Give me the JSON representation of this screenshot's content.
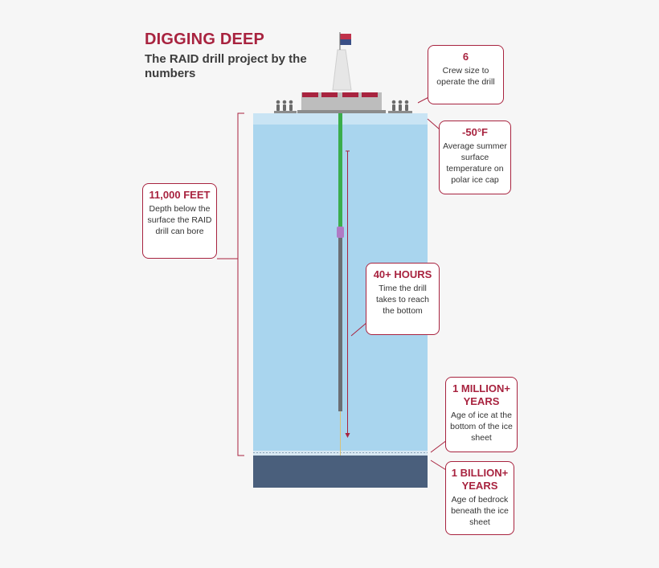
{
  "header": {
    "title": "DIGGING DEEP",
    "subtitle": "The RAID drill project by the numbers"
  },
  "callouts": {
    "crew": {
      "value": "6",
      "text": "Crew size to operate the drill"
    },
    "temperature": {
      "value": "-50°F",
      "text": "Average summer surface temperature on polar ice cap"
    },
    "depth": {
      "value": "11,000 FEET",
      "text": "Depth below the surface the RAID drill can bore"
    },
    "hours": {
      "value": "40+ HOURS",
      "text": "Time the drill takes to reach the bottom"
    },
    "ice_age": {
      "value": "1 MILLION+ YEARS",
      "text": "Age of ice at the bottom of the ice sheet"
    },
    "bedrock_age": {
      "value": "1 BILLION+ YEARS",
      "text": "Age of bedrock beneath the ice sheet"
    }
  },
  "colors": {
    "accent": "#a8233f",
    "ice": "#a9d5ee",
    "bedrock": "#4a5f7c",
    "drill_upper": "#3aad4b",
    "drill_lower": "#6b6e73"
  }
}
